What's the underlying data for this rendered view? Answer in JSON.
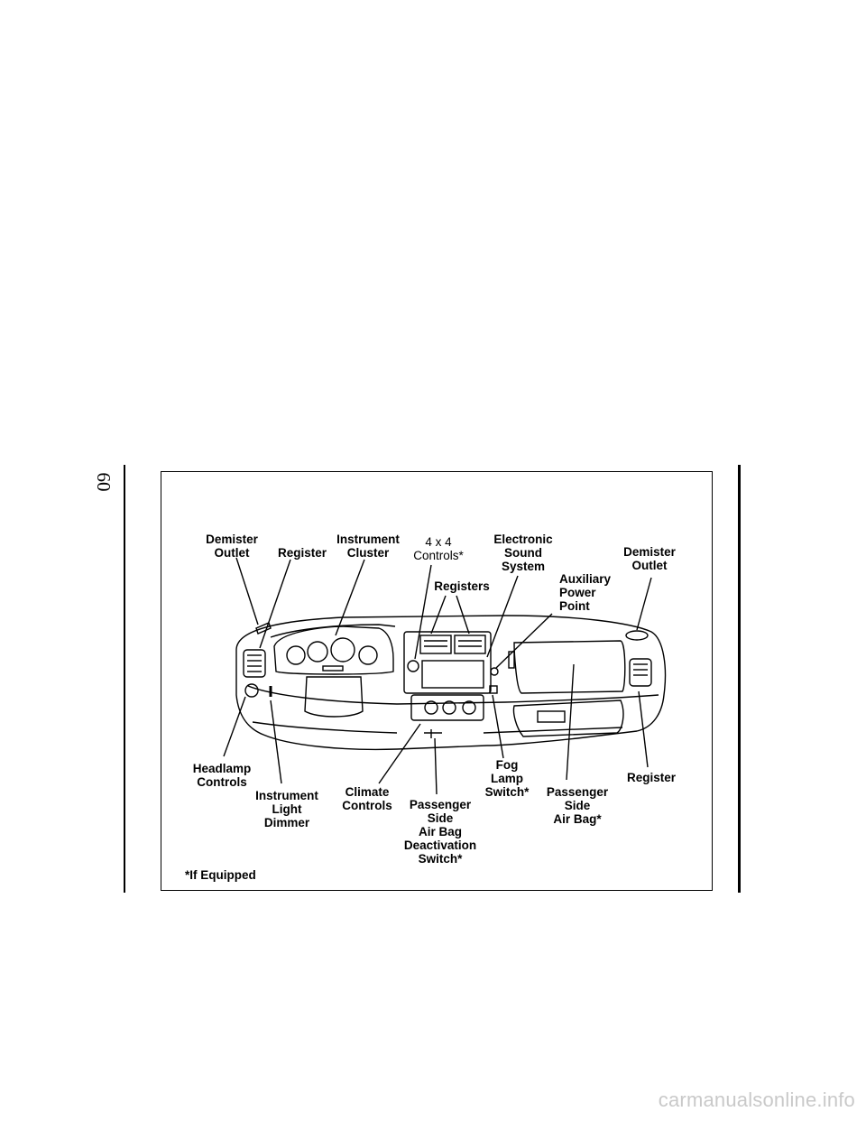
{
  "page": {
    "number": "60"
  },
  "figure": {
    "labels": {
      "demister_outlet_left": "Demister\nOutlet",
      "register_left": "Register",
      "instrument_cluster": "Instrument\nCluster",
      "four_by_four_controls": "4 x 4\nControls*",
      "registers_center": "Registers",
      "electronic_sound_system": "Electronic\nSound\nSystem",
      "auxiliary_power_point": "Auxiliary\nPower\nPoint",
      "demister_outlet_right": "Demister\nOutlet",
      "headlamp_controls": "Headlamp\nControls",
      "instrument_light_dimmer": "Instrument\nLight\nDimmer",
      "climate_controls": "Climate\nControls",
      "passenger_side_air_bag_deactivation_switch": "Passenger\nSide\nAir Bag\nDeactivation\nSwitch*",
      "fog_lamp_switch": "Fog\nLamp\nSwitch*",
      "passenger_side_air_bag": "Passenger\nSide\nAir Bag*",
      "register_right": "Register"
    },
    "footnote": "*If Equipped"
  },
  "watermark": "carmanualsonline.info"
}
